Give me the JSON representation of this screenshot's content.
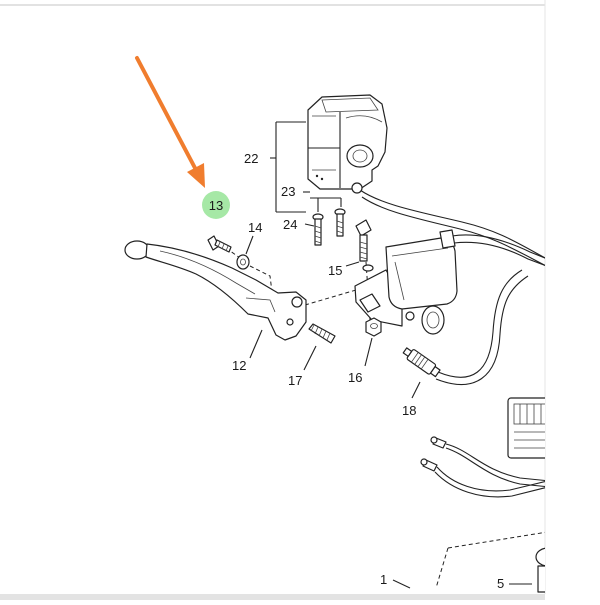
{
  "callouts": {
    "c1": "1",
    "c5": "5",
    "c12": "12",
    "c13": "13",
    "c14": "14",
    "c15": "15",
    "c16": "16",
    "c17": "17",
    "c18": "18",
    "c22": "22",
    "c23": "23",
    "c24": "24"
  },
  "colors": {
    "arrow": "#F07D2E",
    "highlight": "#9CE59C",
    "linework": "#222222",
    "frame": "#D9D9D9"
  }
}
